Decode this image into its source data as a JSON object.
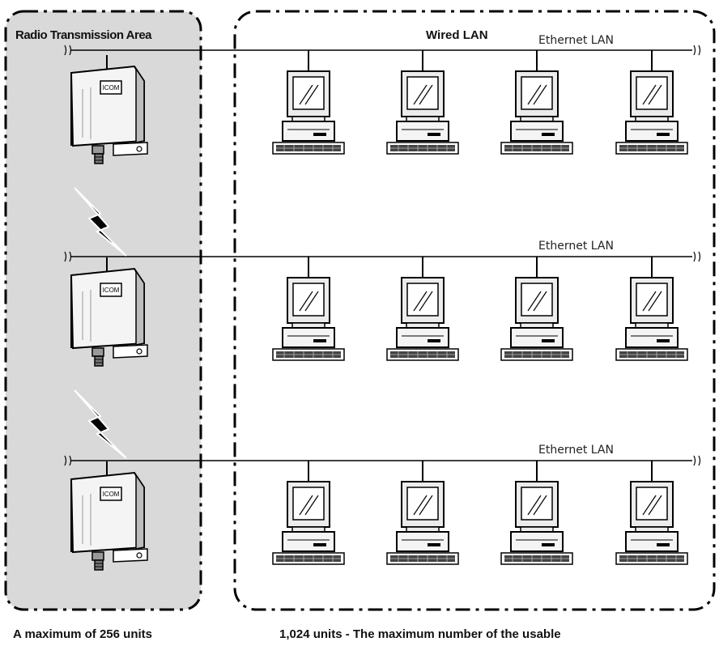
{
  "areas": {
    "radio_title": "Radio Transmission Area",
    "wired_title": "Wired LAN"
  },
  "lan_segments": [
    {
      "label": "Ethernet LAN"
    },
    {
      "label": "Ethernet LAN"
    },
    {
      "label": "Ethernet LAN"
    }
  ],
  "access_point": {
    "brand": "ICOM"
  },
  "captions": {
    "left": "A maximum of 256 units",
    "right": "1,024 units - The maximum number of the usable"
  },
  "colors": {
    "radio_area_fill": "#d9d9d9",
    "line": "#000000",
    "screen": "#ffffff"
  },
  "icons": {
    "access_point": "access-point-icon",
    "computer": "computer-icon",
    "wireless_link": "lightning-bolt-icon"
  }
}
